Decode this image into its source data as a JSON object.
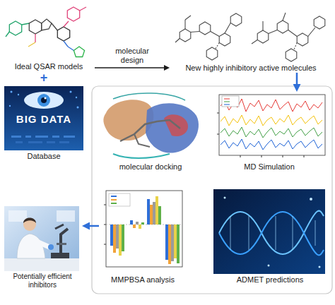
{
  "diagram": {
    "nodes": [
      {
        "text": [
          "Ideal QSAR models"
        ]
      },
      {
        "text": [
          "Database"
        ]
      },
      {
        "text": [
          "New highly inhibitory active molecules"
        ]
      },
      {
        "text": [
          "molecular docking"
        ]
      },
      {
        "text": [
          "MD Simulation"
        ]
      },
      {
        "text": [
          "MMPBSA analysis"
        ]
      },
      {
        "text": [
          "ADMET predictions"
        ]
      },
      {
        "text": [
          "Potentially efficient inhibitors"
        ]
      }
    ],
    "edges": [
      {
        "from": 0,
        "to": 2,
        "arrow": "to",
        "label": "molecular design"
      },
      {
        "from": 2,
        "to": 4,
        "arrow": "to"
      },
      {
        "from": 5,
        "to": 7,
        "arrow": "to"
      }
    ],
    "labels": [
      "+",
      "BIG DATA"
    ]
  }
}
